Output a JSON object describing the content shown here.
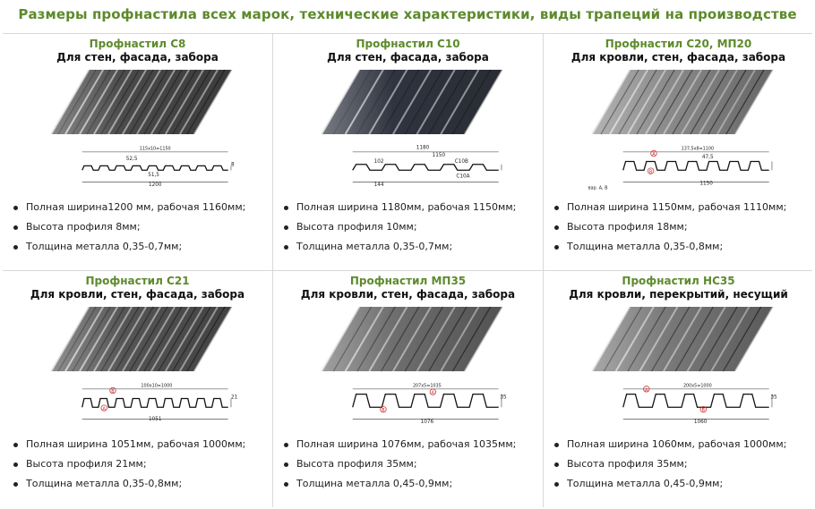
{
  "header": {
    "title": "Размеры профнастила всех марок, технические характеристики, виды трапеций на производстве"
  },
  "products": [
    {
      "title": "Профнастил С8",
      "subtitle": "Для стен, фасада, забора",
      "specs": [
        "Полная ширина1200 мм, рабочая 1160мм;",
        "Высота профиля 8мм;",
        "Толщина металла 0,35-0,7мм;"
      ],
      "drawing_labels": [
        "115x10=1150",
        "52,5",
        "51,5",
        "1200",
        "8"
      ],
      "sheet_color": "#4a4a4a"
    },
    {
      "title": "Профнастил С10",
      "subtitle": "Для стен, фасада, забора",
      "specs": [
        "Полная ширина 1180мм, рабочая 1150мм;",
        "Высота профиля 10мм;",
        "Толщина металла 0,35-0,7мм;"
      ],
      "drawing_labels": [
        "1180",
        "1150",
        "102",
        "144",
        "C10B",
        "C10A"
      ],
      "sheet_color": "#2f3440"
    },
    {
      "title": "Профнастил С20, МП20",
      "subtitle": "Для кровли, стен, фасада, забора",
      "specs": [
        "Полная ширина 1150мм, рабочая 1110мм;",
        "Высота профиля 18мм;",
        "Толщина металла 0,35-0,8мм;"
      ],
      "drawing_labels": [
        "137,5x8=1100",
        "47,5",
        "1150",
        "вар. А, В",
        "A",
        "B"
      ],
      "sheet_color": "#8c8c8c"
    },
    {
      "title": "Профнастил С21",
      "subtitle": "Для кровли, стен, фасада, забора",
      "specs": [
        "Полная ширина 1051мм, рабочая 1000мм;",
        "Высота профиля 21мм;",
        "Толщина металла 0,35-0,8мм;"
      ],
      "drawing_labels": [
        "100x10=1000",
        "1051",
        "21",
        "A",
        "B"
      ],
      "sheet_color": "#555555"
    },
    {
      "title": "Профнастил МП35",
      "subtitle": "Для кровли, стен, фасада, забора",
      "specs": [
        "Полная ширина 1076мм, рабочая 1035мм;",
        "Высота профиля 35мм;",
        "Толщина металла 0,45-0,9мм;"
      ],
      "drawing_labels": [
        "207x5=1035",
        "1076",
        "35",
        "A",
        "B"
      ],
      "sheet_color": "#6e6e6e"
    },
    {
      "title": "Профнастил НС35",
      "subtitle": "Для кровли, перекрытий, несущий",
      "specs": [
        "Полная ширина 1060мм, рабочая 1000мм;",
        "Высота профиля 35мм;",
        "Толщина металла 0,45-0,9мм;"
      ],
      "drawing_labels": [
        "200x5=1000",
        "1060",
        "35",
        "A",
        "B"
      ],
      "sheet_color": "#7a7a7a"
    }
  ],
  "colors": {
    "accent": "#5d8a2c",
    "text": "#1a1a1a",
    "divider": "#d8d8d8",
    "marker": "#cc2222"
  }
}
